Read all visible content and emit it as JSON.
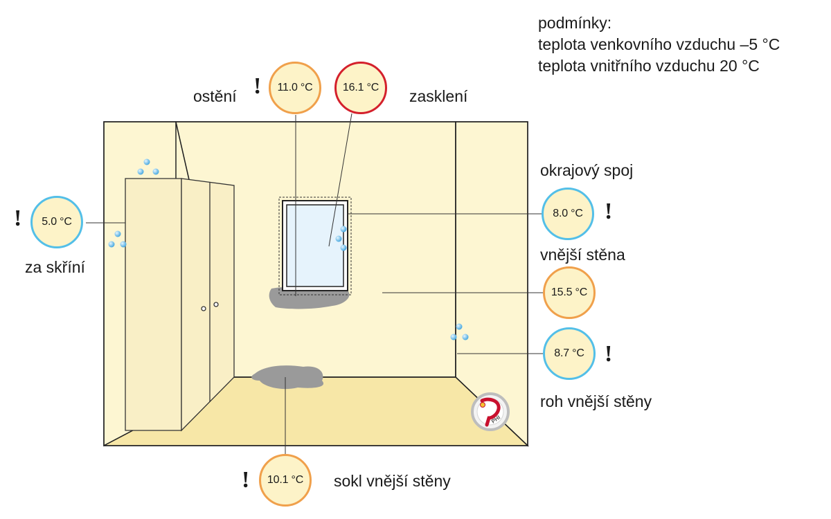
{
  "conditions": {
    "heading": "podmínky:",
    "outdoor": "teplota venkovního vzduchu –5 °C",
    "indoor": "teplota vnitřního vzduchu 20 °C"
  },
  "labels": {
    "reveal": "ostění",
    "glazing": "zasklení",
    "edge_seal": "okrajový spoj",
    "outer_wall": "vnější stěna",
    "outer_wall_corner": "roh vnější stěny",
    "behind_wardrobe": "za skříní",
    "plinth": "sokl vnější stěny"
  },
  "temperatures": {
    "reveal": "11.0 °C",
    "glazing": "16.1 °C",
    "edge_seal": "8.0 °C",
    "outer_wall": "15.5 °C",
    "outer_wall_corner": "8.7 °C",
    "behind_wardrobe": "5.0 °C",
    "plinth": "10.1 °C"
  },
  "warning_mark": "!",
  "logo": {
    "text": "PHI",
    "colors": {
      "ring": "#c9c9c9",
      "mark": "#c8102e",
      "accent": "#f4c430"
    }
  },
  "colors": {
    "wall": "#fdf6d2",
    "floor": "#f7e7a7",
    "wardrobe": "#f9efc6",
    "mould": "#9a9a9a",
    "droplet": "#5fb6e6",
    "orange": "#f0a04b",
    "blue": "#53bfe8",
    "red": "#d4202c"
  }
}
